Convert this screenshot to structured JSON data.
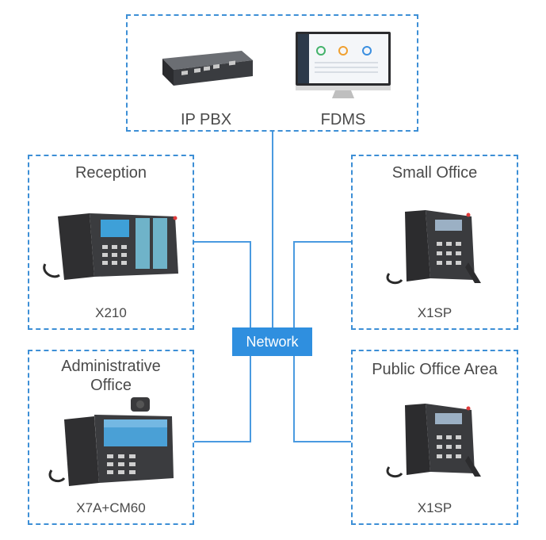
{
  "top": {
    "pbx_label": "IP PBX",
    "fdms_label": "FDMS"
  },
  "network_label": "Network",
  "reception": {
    "title": "Reception",
    "model": "X210"
  },
  "small_office": {
    "title": "Small Office",
    "model": "X1SP"
  },
  "admin_office": {
    "title_line1": "Administrative",
    "title_line2": "Office",
    "model": "X7A+CM60"
  },
  "public_office": {
    "title": "Public Office Area",
    "model": "X1SP"
  },
  "colors": {
    "accent": "#2f8fdf",
    "border": "#3d8fd6",
    "line": "#4a9ae0"
  }
}
